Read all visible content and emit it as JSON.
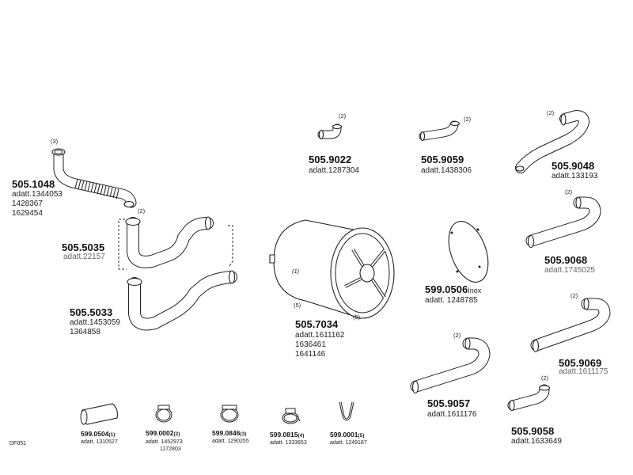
{
  "catalog": {
    "code": "DF051"
  },
  "parts": {
    "p1048": {
      "qty": "(3)",
      "number": "505.1048",
      "lines": [
        "adatt.1344053",
        "1428367",
        "1629454"
      ]
    },
    "p5035": {
      "qty": "(2)",
      "number": "505.5035",
      "lines": [
        "adatt.22157"
      ]
    },
    "p5033": {
      "number": "505.5033",
      "lines": [
        "adatt.1453059",
        "1364858"
      ]
    },
    "p9022": {
      "qty": "(2)",
      "number": "505.9022",
      "lines": [
        "adatt.1287304"
      ]
    },
    "p9059": {
      "qty": "(2)",
      "number": "505.9059",
      "lines": [
        "adatt.1438306"
      ]
    },
    "p9048": {
      "qty": "(2)",
      "number": "505.9048",
      "lines": [
        "adatt.133193"
      ]
    },
    "p7034": {
      "qty_side": "(1)",
      "qty_a": "(5)",
      "qty_b": "(5)",
      "number": "505.7034",
      "lines": [
        "adatt.1611162",
        "1636461",
        "1641146"
      ]
    },
    "p0506": {
      "number": "599.0506",
      "suffix": "Inox",
      "lines": [
        "adatt. 1248785"
      ]
    },
    "p9068": {
      "qty": "(2)",
      "number": "505.9068",
      "lines": [
        "adatt.1745025"
      ]
    },
    "p9069": {
      "qty": "(2)",
      "number": "505.9069",
      "lines": [
        "adatt.1611175"
      ]
    },
    "p9057": {
      "qty": "(2)",
      "number": "505.9057",
      "lines": [
        "adatt.1611176"
      ]
    },
    "p9058": {
      "qty": "(2)",
      "number": "505.9058",
      "lines": [
        "adatt.1633649"
      ]
    },
    "p0504": {
      "number": "599.0504",
      "qty": "(1)",
      "lines": [
        "adatt. 1310527"
      ]
    },
    "p0002": {
      "number": "599.0002",
      "qty": "(2)",
      "lines": [
        "adatt. 1452973",
        "1172803"
      ]
    },
    "p0846": {
      "number": "599.0846",
      "qty": "(3)",
      "lines": [
        "adatt. 1290255"
      ]
    },
    "p0815": {
      "number": "599.0815",
      "qty": "(4)",
      "lines": [
        "adatt. 1333653"
      ]
    },
    "p0001": {
      "number": "599.0001",
      "qty": "(5)",
      "lines": [
        "adatt. 1249187"
      ]
    }
  }
}
